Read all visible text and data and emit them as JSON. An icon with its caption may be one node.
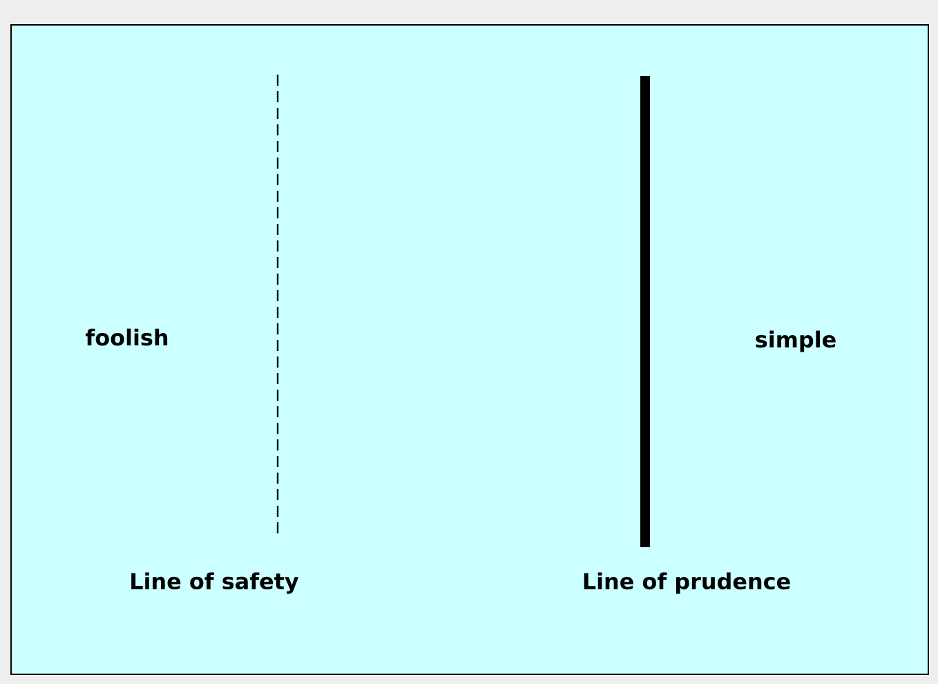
{
  "diagram": {
    "labels": [
      "foolish",
      "simple",
      "Line of safety",
      "Line of prudence"
    ]
  }
}
